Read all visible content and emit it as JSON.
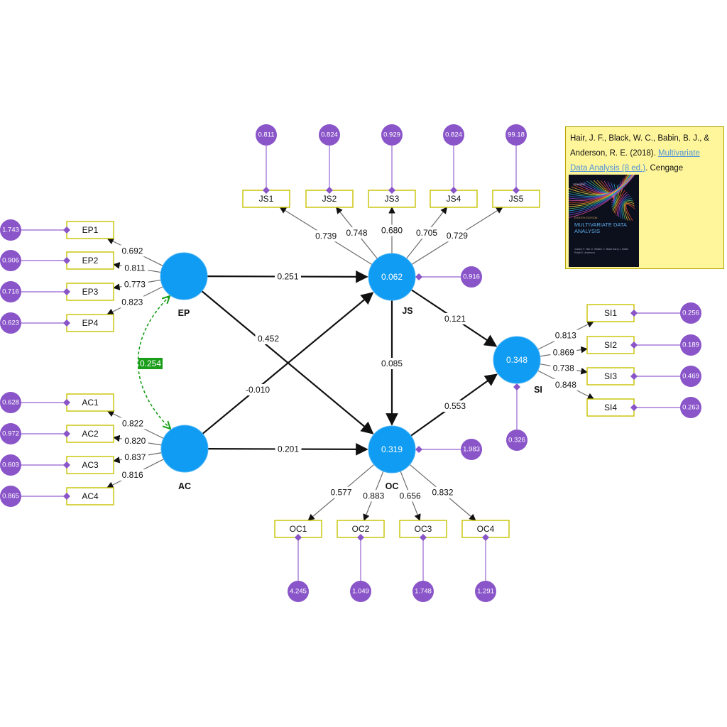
{
  "constructs": [
    {
      "id": "EP",
      "label": "EP",
      "value": ""
    },
    {
      "id": "AC",
      "label": "AC",
      "value": ""
    },
    {
      "id": "JS",
      "label": "JS",
      "value": "0.062"
    },
    {
      "id": "OC",
      "label": "OC",
      "value": "0.319"
    },
    {
      "id": "SI",
      "label": "SI",
      "value": "0.348"
    }
  ],
  "indicators": [
    {
      "id": "JS1",
      "construct": "JS",
      "loading": "0.739",
      "stat": "0.811"
    },
    {
      "id": "JS2",
      "construct": "JS",
      "loading": "0.748",
      "stat": "0.824"
    },
    {
      "id": "JS3",
      "construct": "JS",
      "loading": "0.680",
      "stat": "0.929"
    },
    {
      "id": "JS4",
      "construct": "JS",
      "loading": "0.705",
      "stat": "0.824"
    },
    {
      "id": "JS5",
      "construct": "JS",
      "loading": "0.729",
      "stat": "99.18"
    },
    {
      "id": "EP1",
      "construct": "EP",
      "loading": "0.692",
      "stat": "1.743"
    },
    {
      "id": "EP2",
      "construct": "EP",
      "loading": "0.811",
      "stat": "0.906"
    },
    {
      "id": "EP3",
      "construct": "EP",
      "loading": "0.773",
      "stat": "0.716"
    },
    {
      "id": "EP4",
      "construct": "EP",
      "loading": "0.823",
      "stat": "0.623"
    },
    {
      "id": "AC1",
      "construct": "AC",
      "loading": "0.822",
      "stat": "0.628"
    },
    {
      "id": "AC2",
      "construct": "AC",
      "loading": "0.820",
      "stat": "0.972"
    },
    {
      "id": "AC3",
      "construct": "AC",
      "loading": "0.837",
      "stat": "0.603"
    },
    {
      "id": "AC4",
      "construct": "AC",
      "loading": "0.816",
      "stat": "0.865"
    },
    {
      "id": "SI1",
      "construct": "SI",
      "loading": "0.813",
      "stat": "0.256"
    },
    {
      "id": "SI2",
      "construct": "SI",
      "loading": "0.869",
      "stat": "0.189"
    },
    {
      "id": "SI3",
      "construct": "SI",
      "loading": "0.738",
      "stat": "0.469"
    },
    {
      "id": "SI4",
      "construct": "SI",
      "loading": "0.848",
      "stat": "0.263"
    },
    {
      "id": "OC1",
      "construct": "OC",
      "loading": "0.577",
      "stat": "4.245"
    },
    {
      "id": "OC2",
      "construct": "OC",
      "loading": "0.883",
      "stat": "1.049"
    },
    {
      "id": "OC3",
      "construct": "OC",
      "loading": "0.656",
      "stat": "1.748"
    },
    {
      "id": "OC4",
      "construct": "OC",
      "loading": "0.832",
      "stat": "1.291"
    }
  ],
  "paths": [
    {
      "from": "EP",
      "to": "JS",
      "value": "0.251"
    },
    {
      "from": "EP",
      "to": "OC",
      "value": "0.452"
    },
    {
      "from": "AC",
      "to": "JS",
      "value": "-0.010"
    },
    {
      "from": "AC",
      "to": "OC",
      "value": "0.201"
    },
    {
      "from": "JS",
      "to": "OC",
      "value": "0.085"
    },
    {
      "from": "JS",
      "to": "SI",
      "value": "0.121"
    },
    {
      "from": "OC",
      "to": "SI",
      "value": "0.553"
    }
  ],
  "construct_errors": [
    {
      "construct": "JS",
      "stat": "0.916"
    },
    {
      "construct": "OC",
      "stat": "1.983"
    },
    {
      "construct": "SI",
      "stat": "0.326"
    }
  ],
  "correlation": {
    "from": "EP",
    "to": "AC",
    "value": "0.254"
  },
  "colors": {
    "construct": "#0f9cf2",
    "indicator_fill": "#ffffff",
    "indicator_border": "#c8c200",
    "stat_circle": "#8a55c9",
    "stat_line": "#a67ad8",
    "correlation": "#1a9e1a",
    "arrow": "#111111",
    "loading_line": "#6b6b6b"
  },
  "note": {
    "text_before": "Hair, J. F., Black, W. C., Babin, B. J., & Anderson, R. E. (2018). ",
    "link_text": "Multivariate Data Analysis (8 ed.)",
    "text_after": ". Cengage Learning.",
    "book_publisher": "CENGAGE",
    "book_edition": "EIGHTH EDITION",
    "book_title": "MULTIVARIATE DATA ANALYSIS",
    "book_authors": "Joseph F. Hair Jr. William C. Black Barry J. Babin Rolph E. Anderson"
  }
}
